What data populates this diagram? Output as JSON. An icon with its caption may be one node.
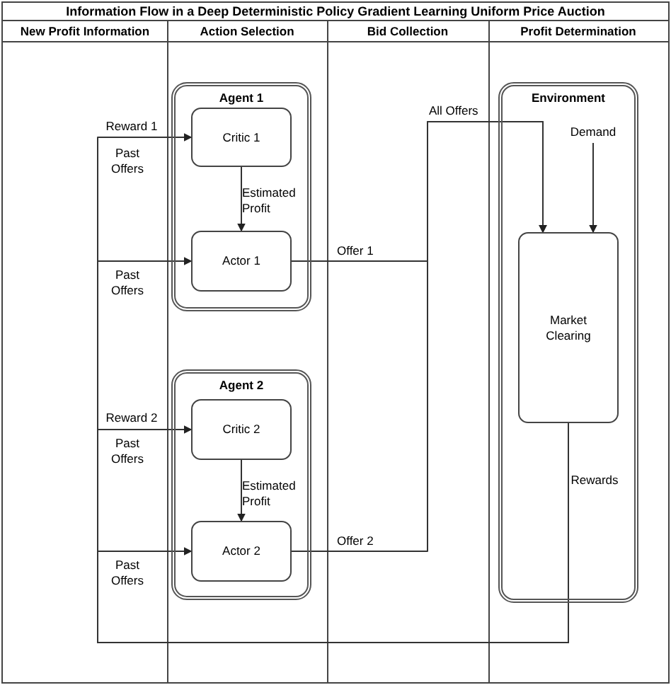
{
  "diagram": {
    "title": "Information Flow in a Deep Deterministic Policy Gradient Learning Uniform Price Auction",
    "nodes": [
      {
        "text": [
          "Agent 1"
        ]
      },
      {
        "text": [
          "Critic 1"
        ],
        "in": 0
      },
      {
        "text": [
          "Actor 1"
        ],
        "in": 0
      },
      {
        "text": [
          "Agent 2"
        ]
      },
      {
        "text": [
          "Critic 2"
        ],
        "in": 3
      },
      {
        "text": [
          "Actor 2"
        ],
        "in": 3
      },
      {
        "text": [
          "Environment"
        ]
      },
      {
        "text": [
          "Demand"
        ],
        "in": 6
      },
      {
        "text": [
          "Market Clearing"
        ],
        "in": 6
      }
    ],
    "edges": [
      {
        "from": 8,
        "to": 1,
        "arrow": "to",
        "label": "Reward 1"
      },
      {
        "from": 8,
        "to": 2,
        "arrow": "to",
        "label": "Past Offers"
      },
      {
        "from": 8,
        "to": 4,
        "arrow": "to",
        "label": "Reward 2"
      },
      {
        "from": 8,
        "to": 5,
        "arrow": "to",
        "label": "Past Offers"
      },
      {
        "from": 1,
        "to": 2,
        "arrow": "to",
        "label": "Estimated Profit"
      },
      {
        "from": 4,
        "to": 5,
        "arrow": "to",
        "label": "Estimated Profit"
      },
      {
        "from": 2,
        "to": 8,
        "arrow": "to",
        "label": "Offer 1"
      },
      {
        "from": 5,
        "to": 8,
        "arrow": "to",
        "label": "Offer 2"
      },
      {
        "from": 7,
        "to": 8,
        "arrow": "to"
      }
    ],
    "labels": [
      "New Profit Information",
      "Action Selection",
      "Bid Collection",
      "Profit Determination",
      "All Offers",
      "Past Offers",
      "Past Offers",
      "Rewards"
    ]
  }
}
